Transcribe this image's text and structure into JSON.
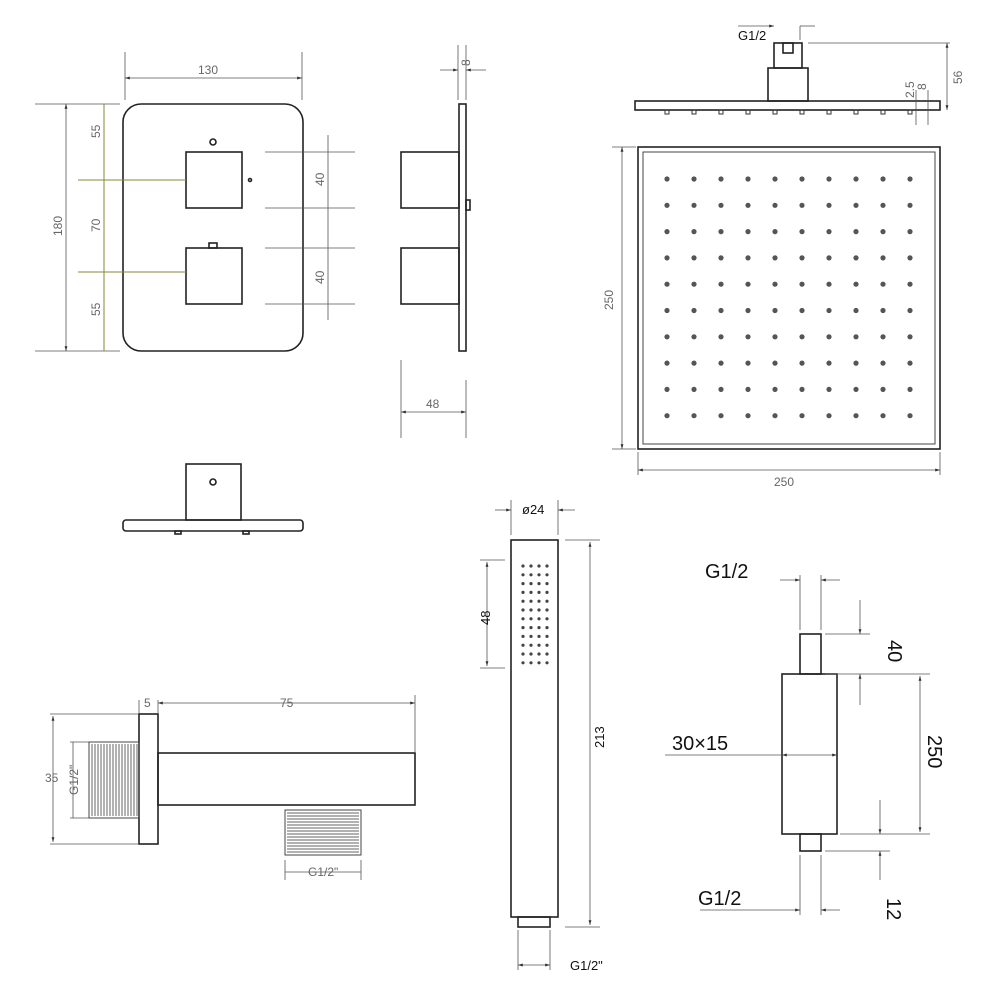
{
  "valve": {
    "width": "130",
    "height": "180",
    "top": "55",
    "middle": "70",
    "bottom": "55",
    "handle1": "40",
    "handle2": "40",
    "depth_plate": "8",
    "depth_total": "48"
  },
  "head": {
    "inlet": "G1/2",
    "height": "56",
    "plate": "2.5",
    "nozzle": "8",
    "side": "250",
    "width": "250",
    "nozzle_rows": 10,
    "nozzle_cols": 10
  },
  "handset": {
    "diameter": "ø24",
    "spray_length": "48",
    "length": "213",
    "inlet": "G1/2\""
  },
  "arm": {
    "top_thread": "G1/2",
    "bottom_thread": "G1/2",
    "section": "30×15",
    "length": "250",
    "top_len": "40",
    "bottom_len": "12"
  },
  "outlet": {
    "plate": "5",
    "length": "75",
    "height": "35",
    "thread_back": "G1/2\"",
    "thread_bottom": "G1/2\""
  }
}
